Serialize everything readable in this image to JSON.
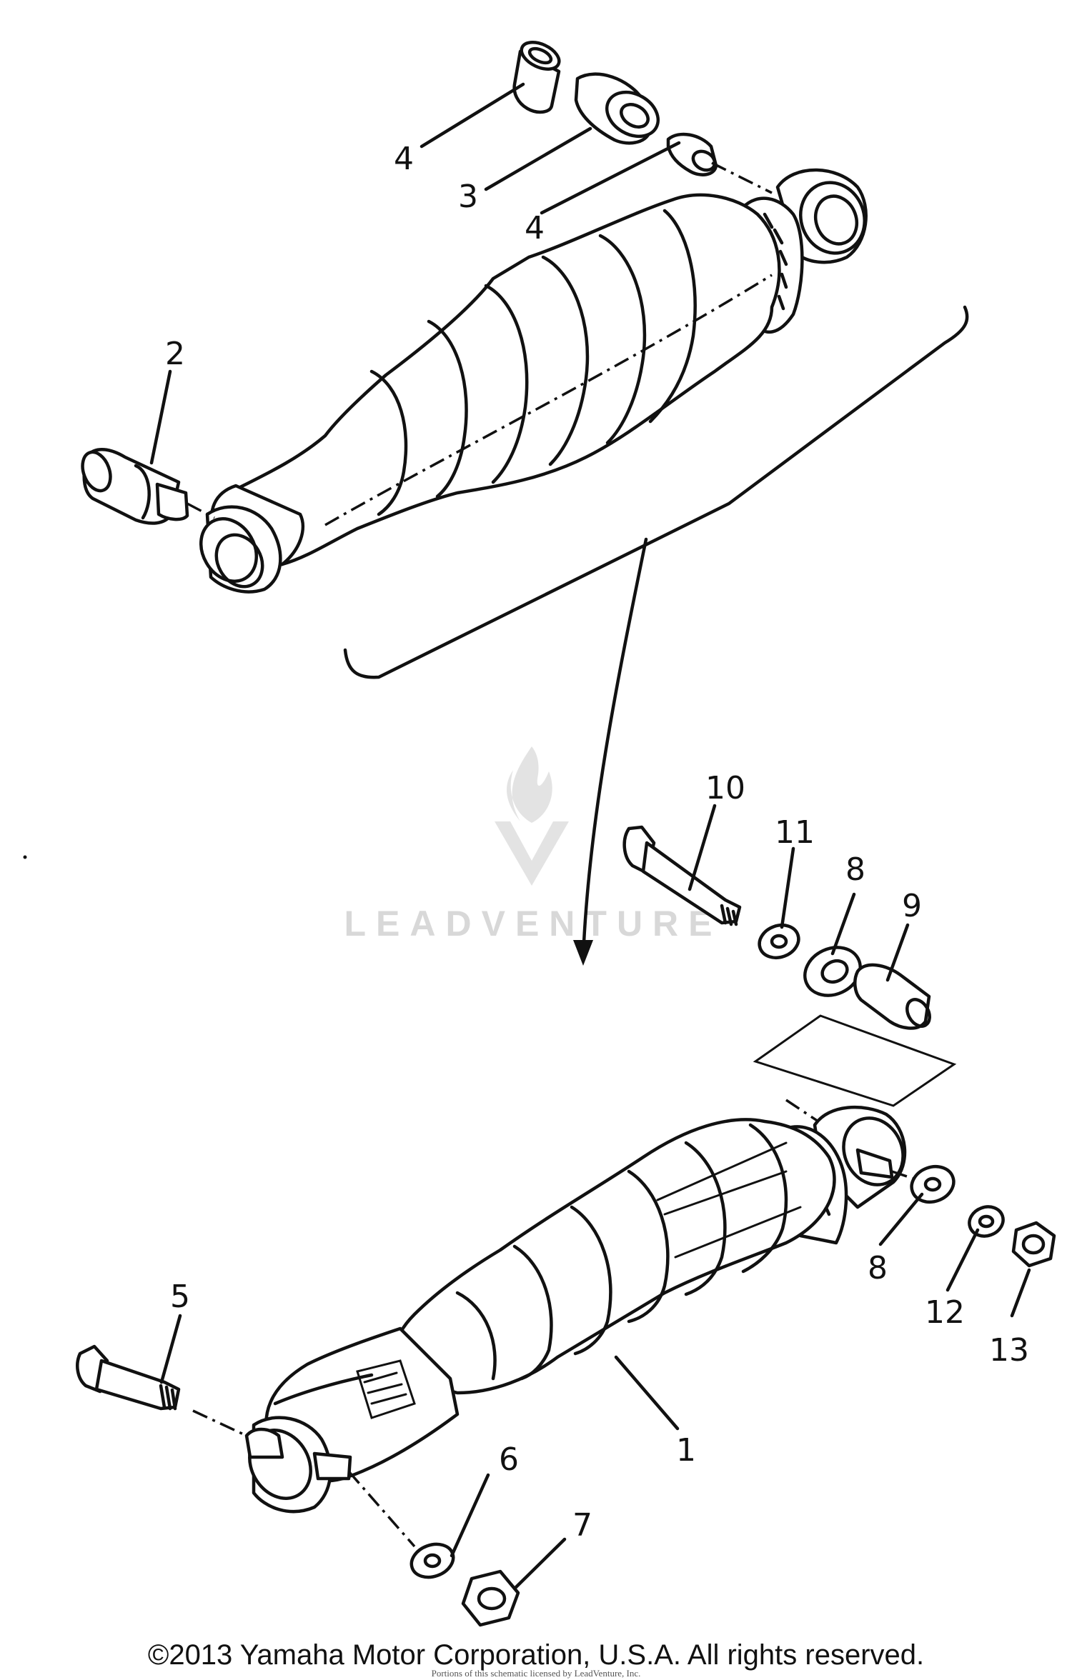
{
  "diagram": {
    "labels": {
      "p1": "1",
      "p2": "2",
      "p3": "3",
      "p4a": "4",
      "p4b": "4",
      "p5": "5",
      "p6": "6",
      "p7": "7",
      "p8a": "8",
      "p8b": "8",
      "p9": "9",
      "p10": "10",
      "p11": "11",
      "p12": "12",
      "p13": "13"
    }
  },
  "watermark": {
    "text": "LEADVENTURE",
    "color": "#d4d4d4"
  },
  "footer": {
    "copyright": "©2013 Yamaha Motor Corporation, U.S.A. All rights reserved.",
    "credit": "Portions of this schematic licensed by LeadVenture, Inc."
  }
}
